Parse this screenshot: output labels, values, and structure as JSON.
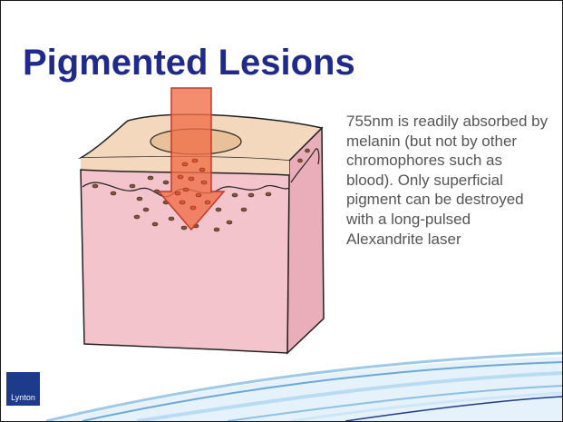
{
  "slide": {
    "title": "Pigmented Lesions",
    "body_text": "755nm is readily absorbed by melanin (but not by other chromophores such as blood). Only superficial pigment can be destroyed with a long-pulsed Alexandrite laser",
    "logo_text": "Lynton"
  },
  "colors": {
    "title": "#1f2a8a",
    "skin_dermis": "#f4c4cc",
    "skin_epidermis": "#f4d8bd",
    "melanin": "#7a4a2a",
    "laser_arrow": "#f0704a",
    "logo_bg": "#1e3a8a",
    "swoosh": "#9ec9e8"
  },
  "icons": {
    "diagram": "skin-cross-section-with-laser-arrow",
    "logo": "lynton-logo"
  }
}
